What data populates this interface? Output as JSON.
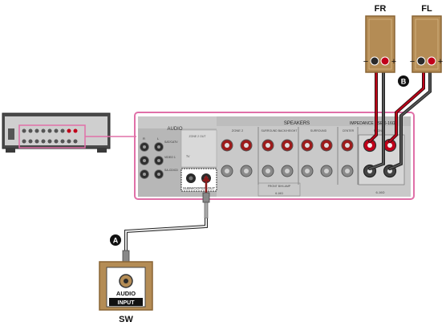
{
  "speakers": {
    "front_right": {
      "label": "FR",
      "minus": "−",
      "plus": "+"
    },
    "front_left": {
      "label": "FL",
      "minus": "−",
      "plus": "+"
    }
  },
  "subwoofer": {
    "label": "SW",
    "audio": "AUDIO",
    "input": "INPUT"
  },
  "callouts": {
    "cable_a": "A",
    "cable_b": "B"
  },
  "panel": {
    "audio_header": "AUDIO",
    "speakers_header": "SPEAKERS",
    "impedance": "IMPEDANCE USE 6-16Ω",
    "subwoofer_out": "SUBWOOFER OUT",
    "zone2": "ZONE 2",
    "surround_back_height": "SURROUND BACK/HEIGHT",
    "surround": "SURROUND",
    "center": "CENTER",
    "front": "FRONT",
    "front_bh_amp": "FRONT B/HI-AMP",
    "rl": {
      "r": "R",
      "l": "L"
    },
    "sat_catv": "SAT/CATV",
    "video1": "VIDEO 1",
    "sa_cd": "SA-CD/CD",
    "tv": "TV",
    "zone2_out": "ZONE 2 OUT",
    "ohm_bottom": "6-16Ω",
    "ohm_side": "6-16Ω"
  },
  "colors": {
    "speaker_wood": "#b48c55",
    "speaker_edge": "#8a6535",
    "highlight": "#e070a8",
    "panel_bg": "#c9c9c9",
    "panel_dark": "#9b9b9b",
    "binding_red": "#c0001a"
  }
}
